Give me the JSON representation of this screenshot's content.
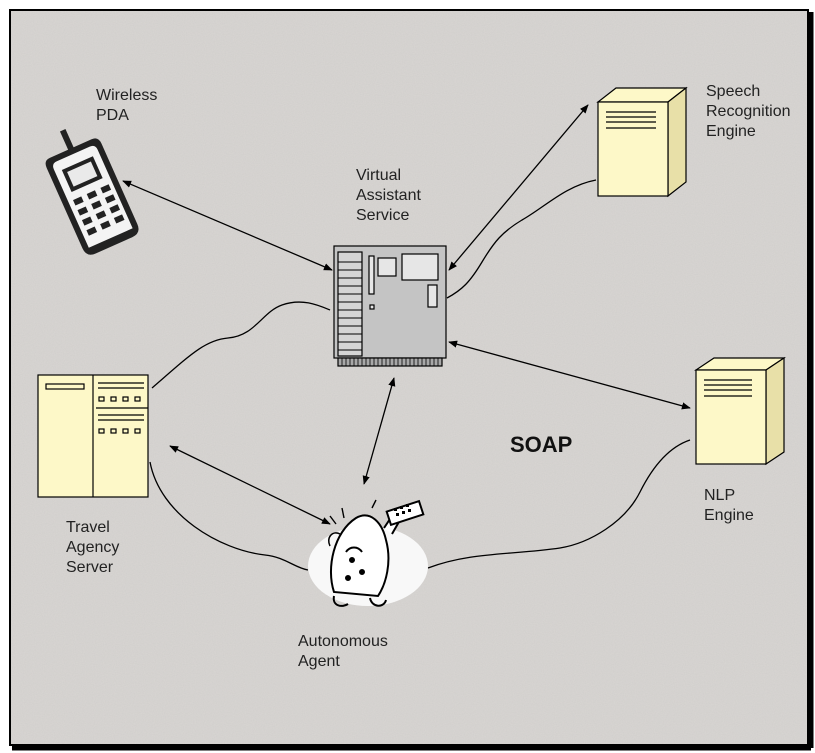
{
  "diagram": {
    "center_label": "SOAP",
    "nodes": {
      "wireless_pda": {
        "lines": [
          "Wireless",
          "PDA"
        ],
        "icon": "mobile-phone-icon"
      },
      "speech_engine": {
        "lines": [
          "Speech",
          "Recognition",
          "Engine"
        ],
        "icon": "server-tower-icon"
      },
      "virtual_assistant": {
        "lines": [
          "Virtual",
          "Assistant",
          "Service"
        ],
        "icon": "server-board-icon"
      },
      "travel_agency": {
        "lines": [
          "Travel",
          "Agency",
          "Server"
        ],
        "icon": "server-rack-icon"
      },
      "nlp_engine": {
        "lines": [
          "NLP",
          "Engine"
        ],
        "icon": "server-tower-icon"
      },
      "autonomous_agent": {
        "lines": [
          "Autonomous",
          "Agent"
        ],
        "icon": "agent-character-icon"
      }
    },
    "colors": {
      "background": "#d9d6d3",
      "server_fill": "#fdf8c8",
      "board_fill": "#c4c4c4",
      "line": "#000000"
    }
  }
}
